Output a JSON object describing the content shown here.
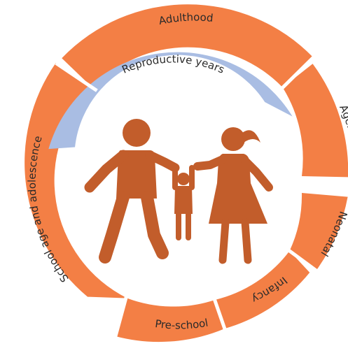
{
  "colors": {
    "segment": "#f37f45",
    "band": "#a9bde3",
    "figure": "#c25d2b",
    "separator": "#ffffff",
    "text": "#2a2a2a"
  },
  "life_cycle": {
    "segments": [
      {
        "id": "adulthood",
        "label": "Adulthood"
      },
      {
        "id": "ageing",
        "label": "Ageing"
      },
      {
        "id": "neonatal",
        "label": "Neonatal"
      },
      {
        "id": "infancy",
        "label": "Infancy"
      },
      {
        "id": "pre-school",
        "label": "Pre-school"
      },
      {
        "id": "school-age",
        "label": "School age and adolescence"
      }
    ],
    "band": {
      "label": "Reproductive years"
    },
    "center_icon": "family-icon"
  }
}
